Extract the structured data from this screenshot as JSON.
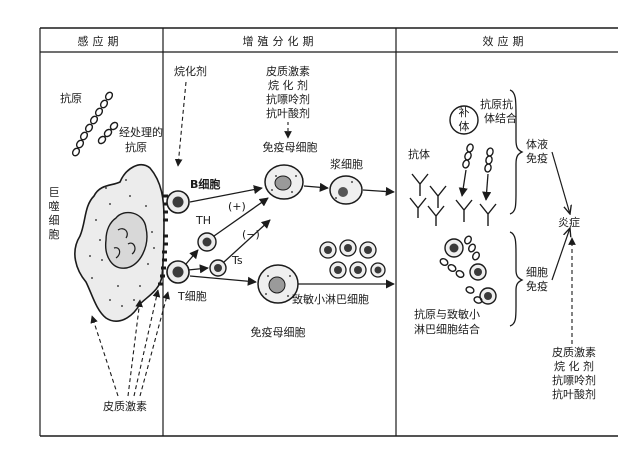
{
  "headers": {
    "sensitization": "感应期",
    "proliferation": "增殖分化期",
    "effector": "效应期"
  },
  "labels": {
    "antigen": "抗原",
    "processed_antigen_l1": "经处理的",
    "processed_antigen_l2": "抗原",
    "macrophage_l1": "巨",
    "macrophage_l2": "噬",
    "macrophage_l3": "细",
    "macrophage_l4": "胞",
    "alkylating_agent_top": "烷化剂",
    "drug_list_1": "皮质激素",
    "drug_list_2": "烷 化 剂",
    "drug_list_3": "抗嘌呤剂",
    "drug_list_4": "抗叶酸剂",
    "b_cell": "B细胞",
    "t_cell": "T细胞",
    "th": "TH",
    "ts": "Ts",
    "plus": "(+)",
    "minus": "(−)",
    "immunoblast_top": "免疫母细胞",
    "plasma_cell": "浆细胞",
    "sensitized_lymphocyte": "致敏小淋巴细胞",
    "immunoblast_bottom": "免疫母细胞",
    "corticosteroid_bottom": "皮质激素",
    "antibody": "抗体",
    "complement_l1": "补",
    "complement_l2": "体",
    "ag_ab_l1": "抗原抗",
    "ag_ab_l2": "体结合",
    "humoral_l1": "体液",
    "humoral_l2": "免疫",
    "cellular_l1": "细胞",
    "cellular_l2": "免疫",
    "inflammation": "炎症",
    "ag_lymph_l1": "抗原与致敏小",
    "ag_lymph_l2": "淋巴细胞结合",
    "drug_right_1": "皮质激素",
    "drug_right_2": "烷 化 剂",
    "drug_right_3": "抗嘌呤剂",
    "drug_right_4": "抗叶酸剂"
  },
  "colors": {
    "ink": "#1b1b1b",
    "paper": "#ffffff"
  }
}
